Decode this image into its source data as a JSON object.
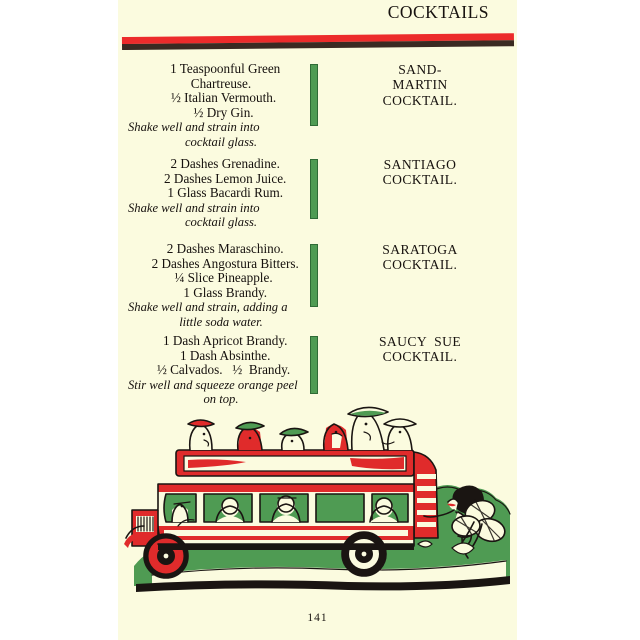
{
  "page": {
    "header_title": "COCKTAILS",
    "folio": "141",
    "paper_color": "#fbfbdf",
    "rule_red": "#ec2b2b",
    "rule_black": "#3a2a22",
    "bar_green": "#4f9b53",
    "ink": "#15100d"
  },
  "recipes": [
    {
      "ingredients": [
        {
          "qty": "1",
          "name": "Teaspoonful Green"
        },
        {
          "qty": "",
          "name": "Chartreuse.",
          "continuation": true
        },
        {
          "qty": "½",
          "name": "Italian Vermouth."
        },
        {
          "qty": "½",
          "name": "Dry Gin."
        }
      ],
      "method_line1": "Shake well and strain into",
      "method_line2": "cocktail glass.",
      "name_lines": [
        "SAND-",
        "MARTIN",
        "COCKTAIL."
      ]
    },
    {
      "ingredients": [
        {
          "qty": "2",
          "name": "Dashes Grenadine."
        },
        {
          "qty": "2",
          "name": "Dashes Lemon Juice."
        },
        {
          "qty": "1",
          "name": "Glass Bacardi Rum."
        }
      ],
      "method_line1": "Shake well and strain into",
      "method_line2": "cocktail glass.",
      "name_lines": [
        "SANTIAGO",
        "COCKTAIL."
      ]
    },
    {
      "ingredients": [
        {
          "qty": "2",
          "name": "Dashes Maraschino."
        },
        {
          "qty": "2",
          "name": "Dashes Angostura Bitters."
        },
        {
          "qty": "¼",
          "name": "Slice Pineapple."
        },
        {
          "qty": "1",
          "name": "Glass Brandy."
        }
      ],
      "method_line1": "Shake well and strain, adding a",
      "method_line2": "little soda water.",
      "name_lines": [
        "SARATOGA",
        "COCKTAIL."
      ]
    },
    {
      "ingredients": [
        {
          "qty": "1",
          "name": "Dash Apricot Brandy."
        },
        {
          "qty": "1",
          "name": "Dash Absinthe."
        },
        {
          "qty": "½",
          "name": "Calvados.   ½  Brandy."
        }
      ],
      "method_line1": "Stir well and squeeze orange peel",
      "method_line2": "on top.",
      "name_lines": [
        "SAUCY  SUE",
        "COCKTAIL."
      ]
    }
  ],
  "illustration": {
    "caption": "open-top red double-decker motor bus carrying passengers, with a figure holding tennis rackets beside a green hedge",
    "colors": {
      "bus_red": "#e02b2b",
      "bus_red_dark": "#c01f1f",
      "foliage_green": "#4f9b53",
      "window_green": "#4f9b53",
      "outline": "#1a1512",
      "cream": "#fbfbdf"
    }
  }
}
